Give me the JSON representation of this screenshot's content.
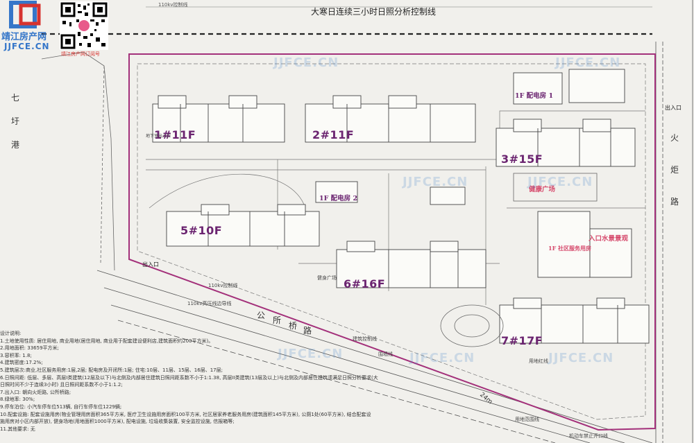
{
  "header": {
    "site_name": "靖江房产网",
    "site_url": "JJFCE.CN",
    "qr_caption": "靖江房产网订阅号",
    "sun_line": "大寒日连续三小时日照分析控制线"
  },
  "buildings": [
    {
      "label": "1#11F"
    },
    {
      "label": "2#11F"
    },
    {
      "label": "3#15F"
    },
    {
      "label": "5#10F"
    },
    {
      "label": "6#16F"
    },
    {
      "label": "7#17F"
    }
  ],
  "facilities": {
    "substation_1": "1F 配电房 1",
    "substation_2": "1F 配电房 2",
    "plaza": "健康广场",
    "entrance_view": "入口水景景观",
    "service_room": "1F 社区服务用房"
  },
  "roads": {
    "west_river": [
      "七",
      "圩",
      "港"
    ],
    "east_road": [
      "火",
      "炬",
      "路"
    ],
    "south_road": [
      "公",
      "所",
      "桥",
      "路"
    ]
  },
  "map_labels": {
    "entrance_east": "出入口",
    "entrance_west": "出入口",
    "line_110kv_top": "110kv控制线",
    "line_110kv": "110kv控制线",
    "line_110kv_edge": "110kv高压线边导线",
    "line_building": "建筑控制线",
    "line_red": "用地红线",
    "line_fence": "围墙线",
    "line_land": "用地范围线",
    "south_gate": "机动车禁止开口线",
    "plaza": "健身广场",
    "road_width": "24m",
    "parking_entry": "地下室出入口"
  },
  "notes": [
    "设计说明:",
    "1.土地使用性质: 居住用地, 商业用地(居住用地, 商业用于配套建设便利店,建筑面积约200平方米)。",
    "2.用地面积: 33659平方米;",
    "3.容积率: 1.8;",
    "4.建筑密度:17.2%;",
    "5.建筑层次:商业,社区服务用房:1层,2层; 配电房及开闭所:1层; 住宅:10层、11层、15层、16层、17层;",
    "6.日照间距: 低层、多层、高层I类建筑(12层及以下)与北侧及内部居住建筑日照间距系数不小于1:1.38, 高层II类建筑(13层及以上)与北侧及内部居住建筑须满足日照分析要求(大",
    "  日照时间不少于连续3小时) 且日照间距系数不小于1:1.2;",
    "7.出入口: 朝向火炬路, 公所桥路;",
    "8.绿地率: 30%;",
    "9.停车泊位: 小汽车停车位513辆, 自行车停车位1229辆;",
    "10.配套设施: 配套设施用房(物业管理用房面积365平方米, 医疗卫生设施用房面积100平方米, 社区居家养老服务用房(建筑面积145平方米), 公厕1处(60平方米), 结合配套设",
    "  施用房对小区内部开放), 健身场地(用地面积1000平方米), 配电设施, 垃圾收集装置, 安全监控设施, 信报箱等;",
    "11.其他要求: 无"
  ],
  "watermark": "JJFCE.CN",
  "colors": {
    "red_line": "#a3307a",
    "building_label": "#6b2470",
    "annotation": "#d64a6c",
    "logo_blue": "#3576c9",
    "logo_red": "#d6332f"
  }
}
